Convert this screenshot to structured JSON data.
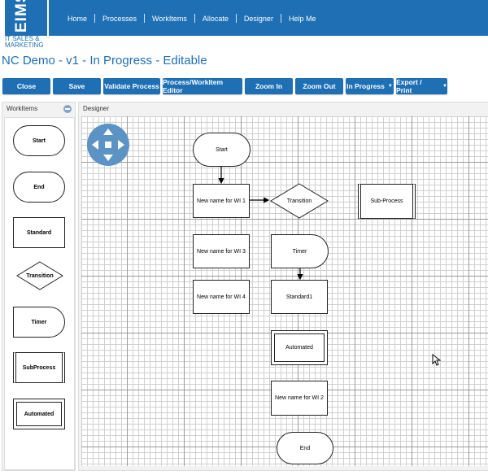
{
  "nav": {
    "logo_text": "EIMS",
    "logo_sub1": "IT SALES &",
    "logo_sub2": "MARKETING",
    "links": [
      "Home",
      "Processes",
      "WorkItems",
      "Allocate",
      "Designer",
      "Help Me"
    ]
  },
  "page_title": "NC Demo - v1 - In Progress - Editable",
  "toolbar": {
    "close": "Close",
    "save": "Save",
    "validate": "Validate Process",
    "editor": "Process/WorkItem Editor",
    "zoom_in": "Zoom In",
    "zoom_out": "Zoom Out",
    "status": "In Progress",
    "export": "Export / Print"
  },
  "workitems_panel": {
    "title": "WorkItems",
    "items": [
      "Start",
      "End",
      "Standard",
      "Transition",
      "Timer",
      "SubProcess",
      "Automated"
    ]
  },
  "designer": {
    "title": "Designer",
    "nodes": {
      "start": "Start",
      "wi1": "New name for WI 1",
      "transition": "Transition",
      "subprocess": "Sub-Process",
      "wi3": "New name for WI 3",
      "timer": "Timer",
      "wi4": "New name for WI 4",
      "standard1": "Standard1",
      "automated": "Automated",
      "wi2": "New name for WI 2",
      "end": "End"
    }
  },
  "colors": {
    "primary": "#1f6fb5",
    "pan_control": "#5b93c4"
  }
}
